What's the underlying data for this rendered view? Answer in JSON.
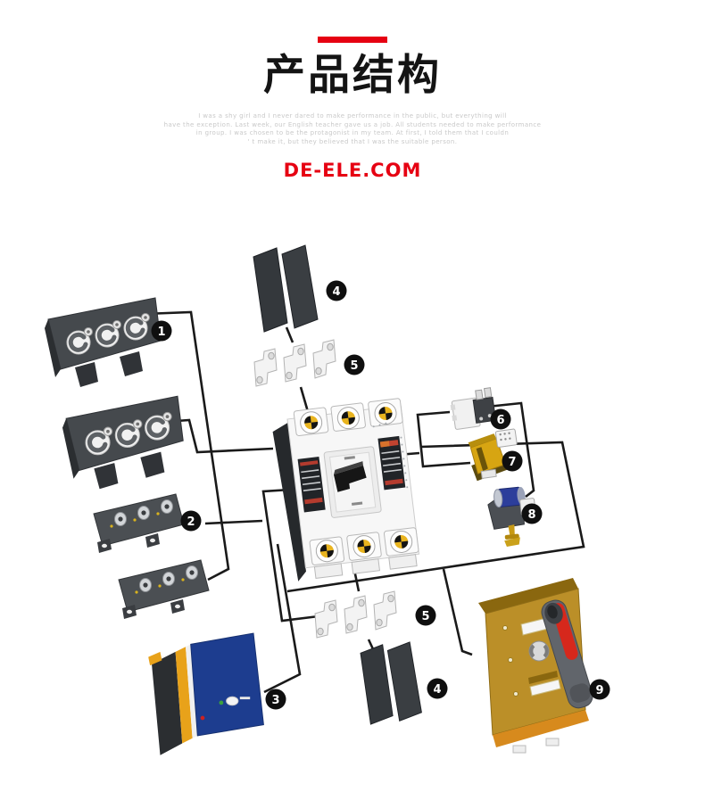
{
  "header": {
    "accent_color": "#e60012",
    "title": "产品结构",
    "tagline_lines": [
      "I was a shy girl and I never dared to make performance in the public, but everything will",
      "have the exception. Last week, our English teacher gave us a job. All students needed to make performance",
      "in group. I was chosen to be the protagonist in my team. At first, I told them that I couldn",
      "' t make it, but they believed that I was the suitable person."
    ],
    "brand": "DE-ELE.COM"
  },
  "diagram": {
    "line_color": "#1a1a1a",
    "badge_color": "#0f0f0f",
    "badges": [
      {
        "label": "1",
        "part": "large-terminal-cover"
      },
      {
        "label": "2",
        "part": "terminal-extension-block"
      },
      {
        "label": "3",
        "part": "accessory-module-box"
      },
      {
        "label": "4",
        "part": "phase-barrier-plates-top"
      },
      {
        "label": "5",
        "part": "busbar-spreader-links-top"
      },
      {
        "label": "6",
        "part": "auxiliary-contact"
      },
      {
        "label": "7",
        "part": "shunt-release-coil"
      },
      {
        "label": "8",
        "part": "undervoltage-release-coil"
      },
      {
        "label": "5",
        "part": "busbar-spreader-links-bottom"
      },
      {
        "label": "4",
        "part": "phase-barrier-plates-bottom"
      },
      {
        "label": "9",
        "part": "rotary-handle-operator"
      }
    ]
  }
}
